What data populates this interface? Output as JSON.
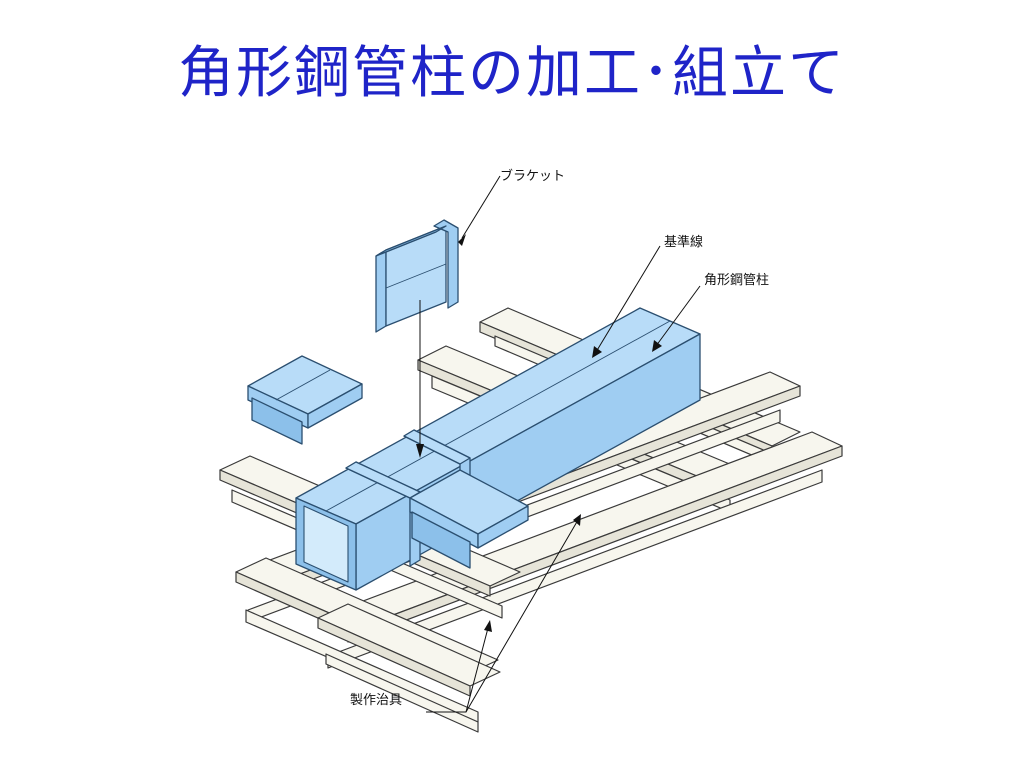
{
  "slide": {
    "title": "角形鋼管柱の加工･組立て"
  },
  "diagram": {
    "labels": {
      "bracket": "ブラケット",
      "reference_line": "基準線",
      "square_column": "角形鋼管柱",
      "fixture": "製作治具"
    },
    "colors": {
      "title": "#1f24c8",
      "steel_member": "#b8dcf8",
      "jig": "#f7f6ee"
    }
  }
}
